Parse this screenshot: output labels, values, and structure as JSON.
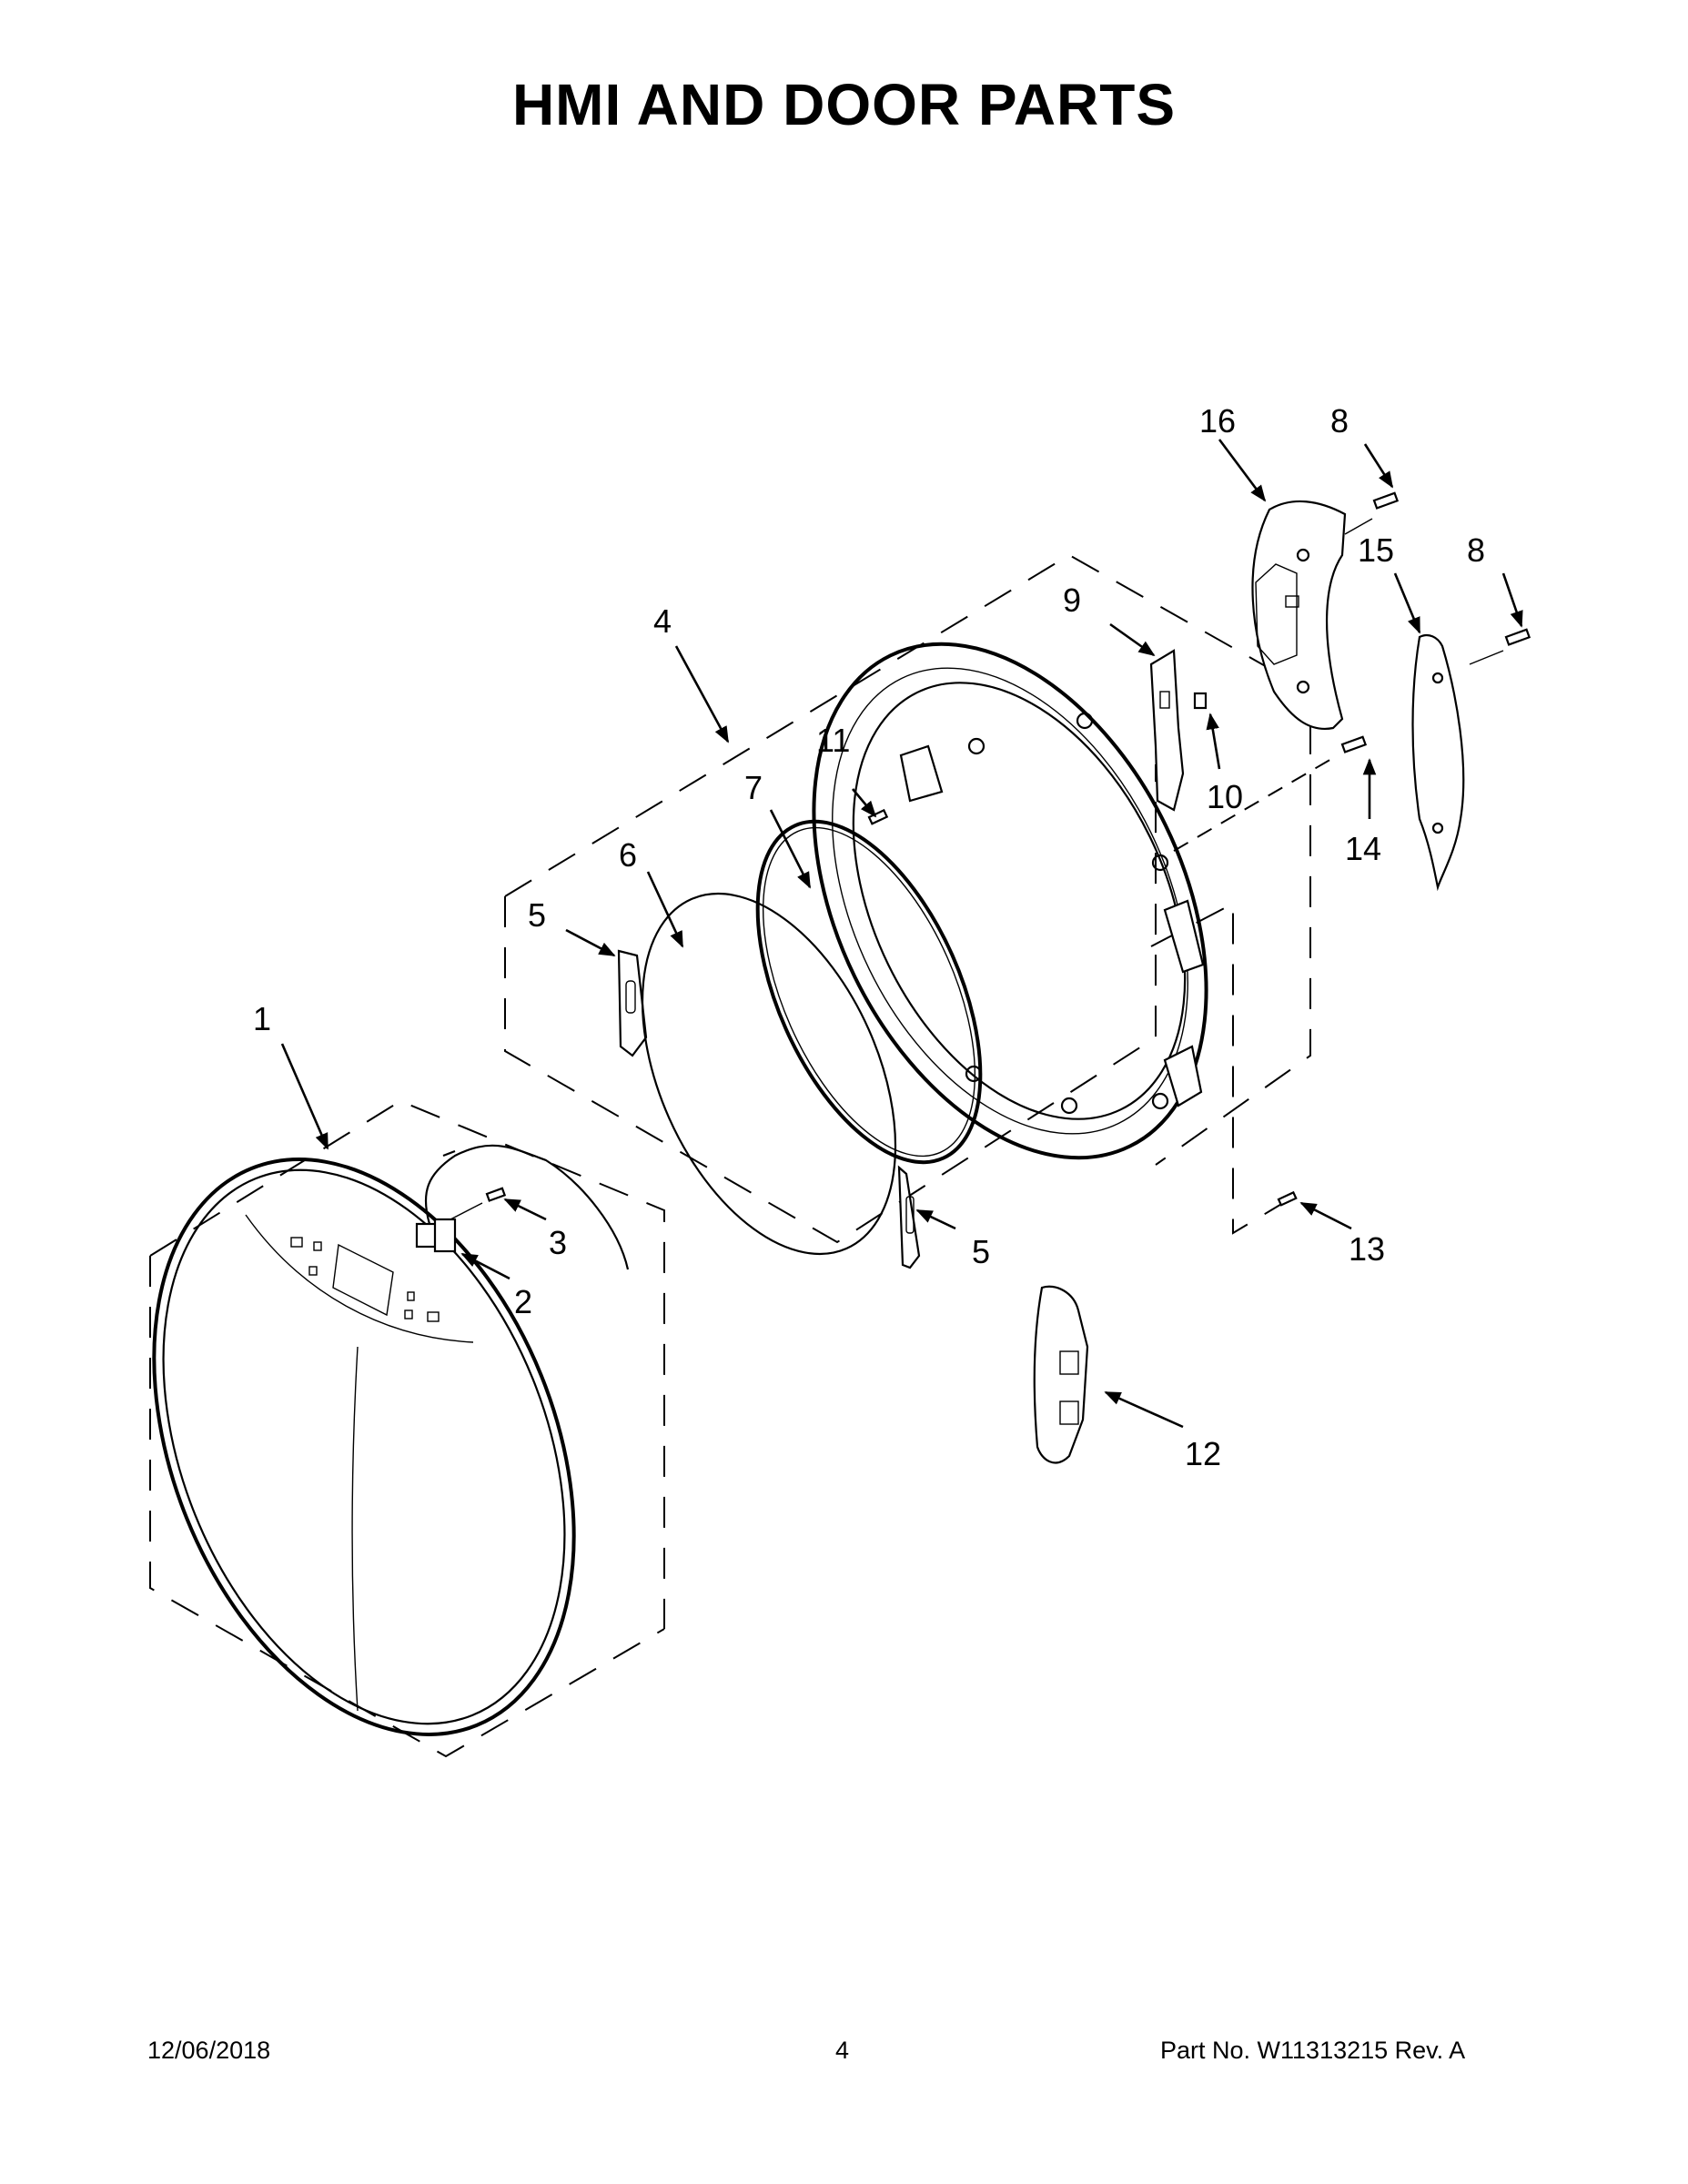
{
  "page": {
    "title": "HMI AND DOOR PARTS"
  },
  "callouts": [
    {
      "id": "1",
      "label": "1"
    },
    {
      "id": "2",
      "label": "2"
    },
    {
      "id": "3",
      "label": "3"
    },
    {
      "id": "4",
      "label": "4"
    },
    {
      "id": "5a",
      "label": "5"
    },
    {
      "id": "5b",
      "label": "5"
    },
    {
      "id": "6",
      "label": "6"
    },
    {
      "id": "7",
      "label": "7"
    },
    {
      "id": "8a",
      "label": "8"
    },
    {
      "id": "8b",
      "label": "8"
    },
    {
      "id": "9",
      "label": "9"
    },
    {
      "id": "10",
      "label": "10"
    },
    {
      "id": "11",
      "label": "11"
    },
    {
      "id": "12",
      "label": "12"
    },
    {
      "id": "13",
      "label": "13"
    },
    {
      "id": "14",
      "label": "14"
    },
    {
      "id": "15",
      "label": "15"
    },
    {
      "id": "16",
      "label": "16"
    }
  ],
  "footer": {
    "date": "12/06/2018",
    "page_number": "4",
    "part_number": "Part No.  W11313215  Rev.  A"
  }
}
